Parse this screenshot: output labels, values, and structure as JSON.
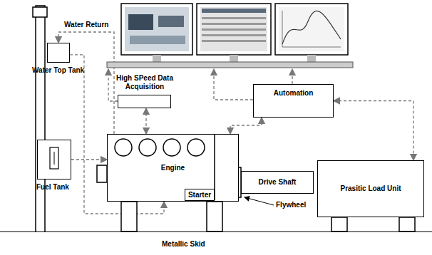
{
  "diagram": {
    "nodes": [
      {
        "text": [
          "Water Top Tank"
        ]
      },
      {
        "text": [
          "Fuel Tank"
        ]
      },
      {
        "text": [
          "High SPeed Data Acquisition"
        ]
      },
      {
        "text": [
          "Automation"
        ]
      },
      {
        "text": [
          "Engine"
        ]
      },
      {
        "text": [
          "Starter"
        ],
        "in": 4
      },
      {
        "text": [
          "Drive Shaft"
        ]
      },
      {
        "text": [
          "Prasitic Load Unit"
        ]
      },
      {
        "text": [
          "Metallic Skid"
        ]
      }
    ],
    "edges": [
      {
        "from": 4,
        "to": 0,
        "arrow": "to",
        "label": "Water Return"
      },
      {
        "from": 0,
        "to": 4,
        "arrow": "to"
      },
      {
        "from": 1,
        "to": 4,
        "arrow": "to"
      },
      {
        "from": 2,
        "to": 4,
        "arrow": "both"
      },
      {
        "from": 3,
        "to": 4,
        "arrow": "both"
      },
      {
        "from": 3,
        "to": 7,
        "arrow": "both"
      }
    ],
    "labels": [
      "Flywheel"
    ]
  }
}
